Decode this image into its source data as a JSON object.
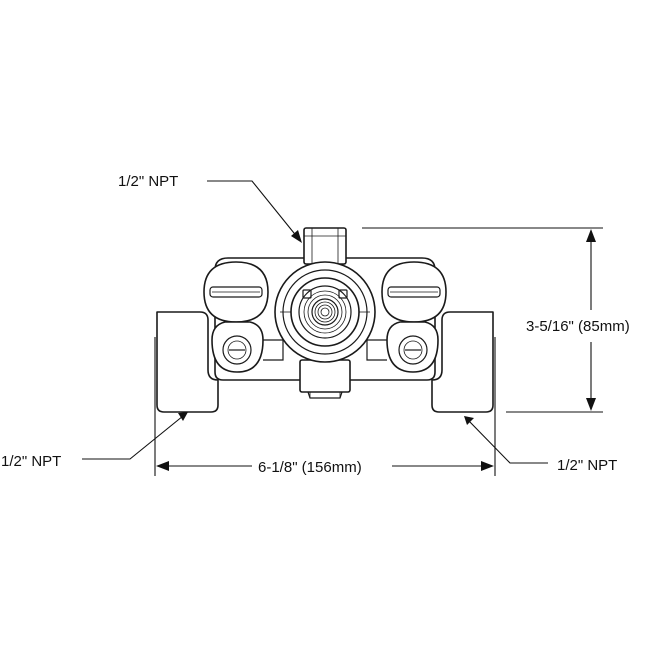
{
  "labels": {
    "top_port": "1/2\" NPT",
    "left_port": "1/2\" NPT",
    "right_port": "1/2\" NPT",
    "height_dimension": "3-5/16\" (85mm)",
    "width_dimension": "6-1/8\" (156mm)"
  },
  "colors": {
    "line": "#1a1a1a",
    "background": "#ffffff"
  }
}
